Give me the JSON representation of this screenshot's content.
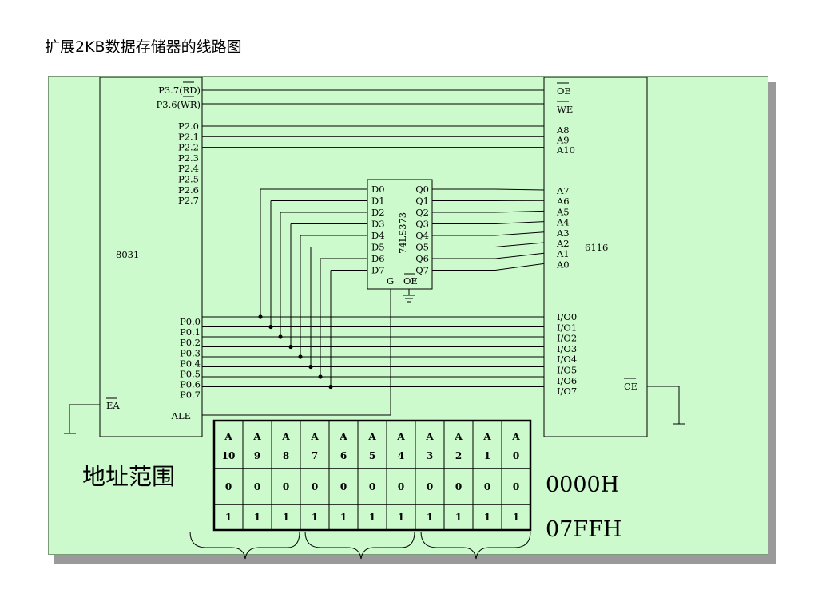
{
  "title": "扩展2KB数据存储器的线路图",
  "chips": {
    "cpu": {
      "name": "8031",
      "rd_pin": "P3.7(RD)",
      "wr_pin": "P3.6(WR)",
      "p2_pins": [
        "P2.0",
        "P2.1",
        "P2.2",
        "P2.3",
        "P2.4",
        "P2.5",
        "P2.6",
        "P2.7"
      ],
      "p0_pins": [
        "P0.0",
        "P0.1",
        "P0.2",
        "P0.3",
        "P0.4",
        "P0.5",
        "P0.6",
        "P0.7"
      ],
      "ea_pin": "EA",
      "ale_pin": "ALE"
    },
    "latch": {
      "name": "74LS373",
      "d_pins": [
        "D0",
        "D1",
        "D2",
        "D3",
        "D4",
        "D5",
        "D6",
        "D7"
      ],
      "q_pins": [
        "Q0",
        "Q1",
        "Q2",
        "Q3",
        "Q4",
        "Q5",
        "Q6",
        "Q7"
      ],
      "g_pin": "G",
      "oe_pin": "OE"
    },
    "ram": {
      "name": "6116",
      "oe_pin": "OE",
      "we_pin": "WE",
      "high_addr": [
        "A8",
        "A9",
        "A10"
      ],
      "low_addr": [
        "A7",
        "A6",
        "A5",
        "A4",
        "A3",
        "A2",
        "A1",
        "A0"
      ],
      "io_pins": [
        "I/O0",
        "I/O1",
        "I/O2",
        "I/O3",
        "I/O4",
        "I/O5",
        "I/O6",
        "I/O7"
      ],
      "ce_pin": "CE"
    }
  },
  "address_range": {
    "label": "地址范围",
    "headers": [
      [
        "A",
        "10"
      ],
      [
        "A",
        "9"
      ],
      [
        "A",
        "8"
      ],
      [
        "A",
        "7"
      ],
      [
        "A",
        "6"
      ],
      [
        "A",
        "5"
      ],
      [
        "A",
        "4"
      ],
      [
        "A",
        "3"
      ],
      [
        "A",
        "2"
      ],
      [
        "A",
        "1"
      ],
      [
        "A",
        "0"
      ]
    ],
    "rows": [
      [
        "0",
        "0",
        "0",
        "0",
        "0",
        "0",
        "0",
        "0",
        "0",
        "0",
        "0"
      ],
      [
        "1",
        "1",
        "1",
        "1",
        "1",
        "1",
        "1",
        "1",
        "1",
        "1",
        "1"
      ]
    ],
    "start": "0000H",
    "end": "07FFH"
  }
}
